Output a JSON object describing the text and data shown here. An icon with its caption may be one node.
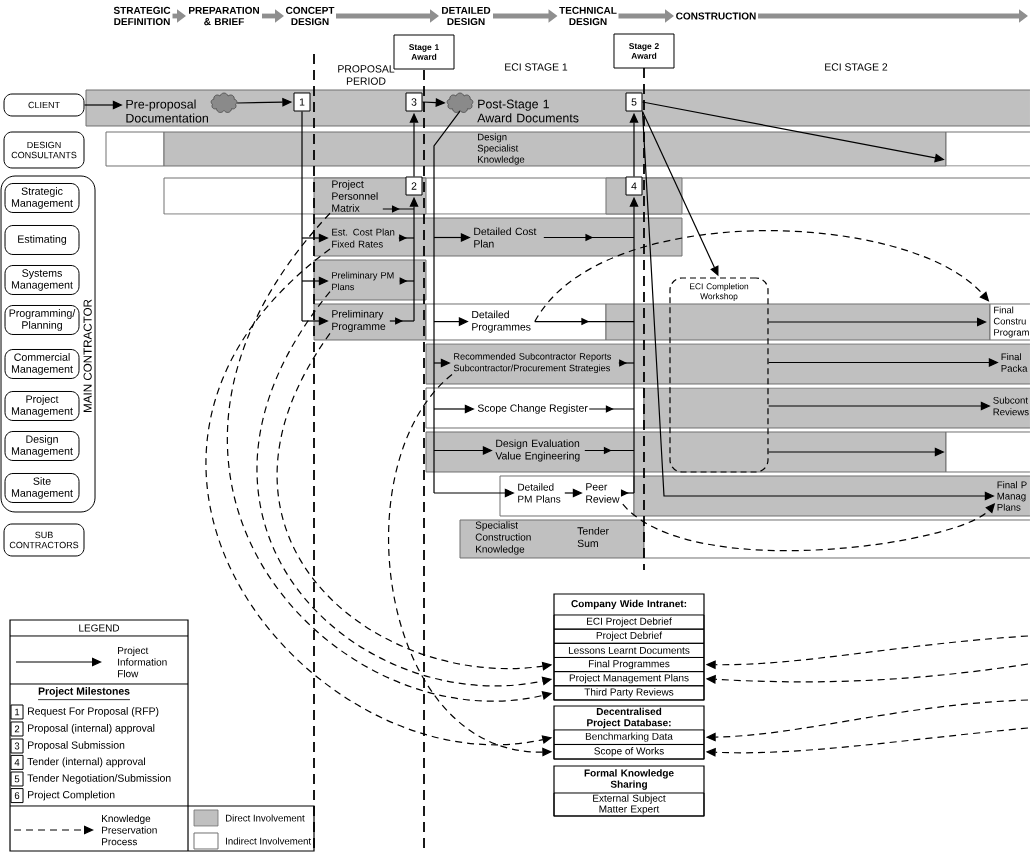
{
  "diagram": {
    "nodes": [
      {
        "text": [
          "STRATEGIC DEFINITION"
        ]
      },
      {
        "text": [
          "PREPARATION & BRIEF"
        ]
      },
      {
        "text": [
          "CONCEPT DESIGN"
        ]
      },
      {
        "text": [
          "DETAILED DESIGN"
        ]
      },
      {
        "text": [
          "TECHNICAL DESIGN"
        ]
      },
      {
        "text": [
          "CONSTRUCTION"
        ]
      },
      {
        "text": [
          "Stage 1 Award"
        ]
      },
      {
        "text": [
          "Stage 2 Award"
        ]
      },
      {
        "text": [
          "CLIENT"
        ]
      },
      {
        "text": [
          "DESIGN CONSULTANTS"
        ]
      },
      {
        "text": [
          "MAIN CONTRACTOR"
        ]
      },
      {
        "text": [
          "Strategic Management"
        ],
        "in": 10
      },
      {
        "text": [
          "Estimating"
        ],
        "in": 10
      },
      {
        "text": [
          "Systems Management"
        ],
        "in": 10
      },
      {
        "text": [
          "Programming/ Planning"
        ],
        "in": 10
      },
      {
        "text": [
          "Commercial Management"
        ],
        "in": 10
      },
      {
        "text": [
          "Project Management"
        ],
        "in": 10
      },
      {
        "text": [
          "Design Management"
        ],
        "in": 10
      },
      {
        "text": [
          "Site Management"
        ],
        "in": 10
      },
      {
        "text": [
          "SUB CONTRACTORS"
        ]
      },
      {
        "text": [
          "Pre-proposal Documentation"
        ]
      },
      {
        "text": [],
        "shape": "cloud"
      },
      {
        "text": [
          "1"
        ]
      },
      {
        "text": [
          "3"
        ]
      },
      {
        "text": [],
        "shape": "cloud"
      },
      {
        "text": [
          "5"
        ]
      },
      {
        "text": [
          "Project Personnel Matrix"
        ]
      },
      {
        "text": [
          "2"
        ]
      },
      {
        "text": [
          "Est. Cost Plan Fixed Rates"
        ]
      },
      {
        "text": [
          "Detailed Cost Plan"
        ]
      },
      {
        "text": [
          "4"
        ]
      },
      {
        "text": [
          "Preliminary PM Plans"
        ]
      },
      {
        "text": [
          "Preliminary Programme"
        ]
      },
      {
        "text": [
          "Detailed Programmes"
        ]
      },
      {
        "text": [
          "Recommended Subcontractor Reports",
          "Subcontractor/Procurement Strategies"
        ]
      },
      {
        "text": [
          "Scope Change Register"
        ]
      },
      {
        "text": [
          "Design Evaluation Value Engineering"
        ]
      },
      {
        "text": [
          "Detailed PM Plans"
        ]
      },
      {
        "text": [
          "Peer Review"
        ]
      },
      {
        "text": [
          "ECI Completion Workshop"
        ]
      },
      {
        "text": [
          "Final Constru Program"
        ]
      },
      {
        "text": [
          "Final Packa"
        ]
      },
      {
        "text": [
          "Subcont Reviews"
        ]
      },
      {
        "text": [
          "Final P Manag Plans"
        ]
      },
      {
        "text": [
          "Company Wide Intranet:"
        ]
      },
      {
        "text": [
          "ECI Project Debrief"
        ],
        "in": 44
      },
      {
        "text": [
          "Project Debrief"
        ],
        "in": 44
      },
      {
        "text": [
          "Lessons Learnt Documents"
        ],
        "in": 44
      },
      {
        "text": [
          "Final Programmes"
        ],
        "in": 44
      },
      {
        "text": [
          "Project Management Plans"
        ],
        "in": 44
      },
      {
        "text": [
          "Third Party Reviews"
        ],
        "in": 44
      },
      {
        "text": [
          "Decentralised Project Database:"
        ]
      },
      {
        "text": [
          "Benchmarking Data"
        ],
        "in": 51
      },
      {
        "text": [
          "Scope of Works"
        ],
        "in": 51
      },
      {
        "text": [
          "Formal Knowledge Sharing"
        ]
      },
      {
        "text": [
          "External Subject Matter Expert"
        ],
        "in": 54
      },
      {
        "text": [],
        "shape": "bar"
      },
      {
        "text": [],
        "shape": "bar"
      }
    ],
    "edges": [
      {
        "from": 0,
        "to": 1,
        "arrow": "to",
        "style": "thick",
        "color": "#8f8f8f"
      },
      {
        "from": 1,
        "to": 2,
        "arrow": "to",
        "style": "thick",
        "color": "#8f8f8f"
      },
      {
        "from": 2,
        "to": 3,
        "arrow": "to",
        "style": "thick",
        "color": "#8f8f8f"
      },
      {
        "from": 3,
        "to": 4,
        "arrow": "to",
        "style": "thick",
        "color": "#8f8f8f"
      },
      {
        "from": 4,
        "to": 5,
        "arrow": "to",
        "style": "thick",
        "color": "#8f8f8f"
      },
      {
        "from": 5,
        "to": null,
        "arrow": "to",
        "style": "thick",
        "color": "#8f8f8f"
      },
      {
        "from": 8,
        "to": 20,
        "arrow": "to"
      },
      {
        "from": 21,
        "to": 22,
        "arrow": "to"
      },
      {
        "from": 22,
        "to": 28,
        "arrow": "to"
      },
      {
        "from": 22,
        "to": 31,
        "arrow": "to"
      },
      {
        "from": 22,
        "to": 32,
        "arrow": "to"
      },
      {
        "from": 26,
        "to": 27,
        "arrow": "to"
      },
      {
        "from": 28,
        "to": 27,
        "arrow": "to"
      },
      {
        "from": 31,
        "to": 27,
        "arrow": "to"
      },
      {
        "from": 32,
        "to": 27,
        "arrow": "to"
      },
      {
        "from": 27,
        "to": 23,
        "arrow": "to"
      },
      {
        "from": 23,
        "to": 24,
        "arrow": "to"
      },
      {
        "from": 24,
        "to": 29,
        "arrow": "to"
      },
      {
        "from": 24,
        "to": 33,
        "arrow": "to"
      },
      {
        "from": 24,
        "to": 34,
        "arrow": "to"
      },
      {
        "from": 24,
        "to": 35,
        "arrow": "to"
      },
      {
        "from": 24,
        "to": 36,
        "arrow": "to"
      },
      {
        "from": 24,
        "to": 37,
        "arrow": "to"
      },
      {
        "from": 29,
        "to": 30,
        "arrow": "to"
      },
      {
        "from": 33,
        "to": 30,
        "arrow": "to"
      },
      {
        "from": 34,
        "to": 30,
        "arrow": "to"
      },
      {
        "from": 35,
        "to": 30,
        "arrow": "to"
      },
      {
        "from": 36,
        "to": 30,
        "arrow": "to"
      },
      {
        "from": 38,
        "to": 30,
        "arrow": "to"
      },
      {
        "from": 37,
        "to": 38,
        "arrow": "to"
      },
      {
        "from": 30,
        "to": 25,
        "arrow": "to"
      },
      {
        "from": 25,
        "to": 56,
        "arrow": "to"
      },
      {
        "from": 25,
        "to": 39,
        "arrow": "to"
      },
      {
        "from": 25,
        "to": 43,
        "arrow": "to"
      },
      {
        "from": 39,
        "to": 40,
        "arrow": "to"
      },
      {
        "from": 39,
        "to": 41,
        "arrow": "to"
      },
      {
        "from": 39,
        "to": 42,
        "arrow": "to"
      },
      {
        "from": 39,
        "to": 57,
        "arrow": "to"
      },
      {
        "from": 32,
        "to": 48,
        "arrow": "to",
        "style": "dashed"
      },
      {
        "from": 31,
        "to": 49,
        "arrow": "to",
        "style": "dashed"
      },
      {
        "from": 26,
        "to": 50,
        "arrow": "to",
        "style": "dashed"
      },
      {
        "from": 28,
        "to": 52,
        "arrow": "to",
        "style": "dashed"
      },
      {
        "from": 34,
        "to": 53,
        "arrow": "to",
        "style": "dashed"
      },
      {
        "from": null,
        "to": 48,
        "arrow": "to",
        "style": "dashed"
      },
      {
        "from": null,
        "to": 49,
        "arrow": "to",
        "style": "dashed"
      },
      {
        "from": null,
        "to": 52,
        "arrow": "to",
        "style": "dashed"
      },
      {
        "from": null,
        "to": 53,
        "arrow": "to",
        "style": "dashed"
      },
      {
        "from": 33,
        "to": 40,
        "arrow": "to",
        "style": "dashed"
      },
      {
        "from": 38,
        "to": 43,
        "arrow": "to",
        "style": "dashed"
      }
    ],
    "labels": [
      "PROPOSAL PERIOD",
      "ECI STAGE 1",
      "ECI STAGE 2",
      "Post-Stage 1 Award Documents",
      "Design Specialist Knowledge",
      "Specialist Construction Knowledge",
      "Tender Sum",
      "LEGEND",
      "Project Milestones",
      "1",
      "2",
      "3",
      "4",
      "5",
      "6"
    ],
    "legend": [
      {
        "text": "Project Information Flow"
      },
      {
        "text": "Request For Proposal (RFP)"
      },
      {
        "text": "Proposal (internal) approval"
      },
      {
        "text": "Proposal Submission"
      },
      {
        "text": "Tender (internal) approval"
      },
      {
        "text": "Tender Negotiation/Submission"
      },
      {
        "text": "Project Completion"
      },
      {
        "text": "Knowledge Preservation Process"
      },
      {
        "text": "Direct Involvement",
        "color": "#c0c0c0"
      },
      {
        "text": "Indirect Involvement"
      }
    ]
  }
}
